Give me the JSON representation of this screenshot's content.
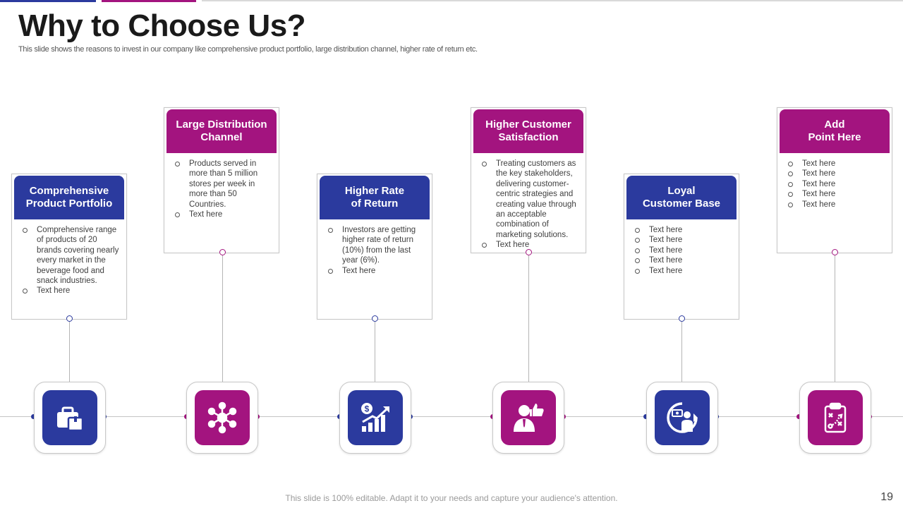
{
  "slide": {
    "title": "Why to Choose Us?",
    "subtitle": "This slide shows the reasons to invest in our company like comprehensive product portfolio, large distribution channel, higher rate of return etc.",
    "footer": "This slide is 100% editable. Adapt it to your needs and capture your audience's attention.",
    "page_number": "19"
  },
  "colors": {
    "blue": "#2b3a9e",
    "magenta": "#a3147f"
  },
  "items": [
    {
      "title": "Comprehensive\nProduct Portfolio",
      "color": "blue",
      "icon": "briefcase-icon",
      "bullets": [
        "Comprehensive range of products of 20 brands covering nearly every market in the beverage food and snack industries.",
        "Text here"
      ]
    },
    {
      "title": "Large Distribution\nChannel",
      "color": "magenta",
      "icon": "network-hub-icon",
      "bullets": [
        "Products served in more than 5 million stores per week in more than 50 Countries.",
        "Text here"
      ]
    },
    {
      "title": "Higher Rate\nof Return",
      "color": "blue",
      "icon": "dollar-growth-chart-icon",
      "bullets": [
        "Investors are getting higher rate of return (10%) from the last year (6%).",
        "Text here"
      ]
    },
    {
      "title": "Higher Customer\nSatisfaction",
      "color": "magenta",
      "icon": "customer-thumbs-up-icon",
      "bullets": [
        "Treating customers as the key stakeholders, delivering customer-centric strategies and creating value through an acceptable combination of marketing solutions.",
        "Text here"
      ]
    },
    {
      "title": "Loyal\nCustomer Base",
      "color": "blue",
      "icon": "loyal-customer-icon",
      "bullets": [
        "Text here",
        "Text here",
        "Text here",
        "Text here",
        "Text here"
      ]
    },
    {
      "title": "Add\nPoint Here",
      "color": "magenta",
      "icon": "strategy-clipboard-icon",
      "bullets": [
        "Text here",
        "Text here",
        "Text here",
        "Text here",
        "Text here"
      ]
    }
  ]
}
